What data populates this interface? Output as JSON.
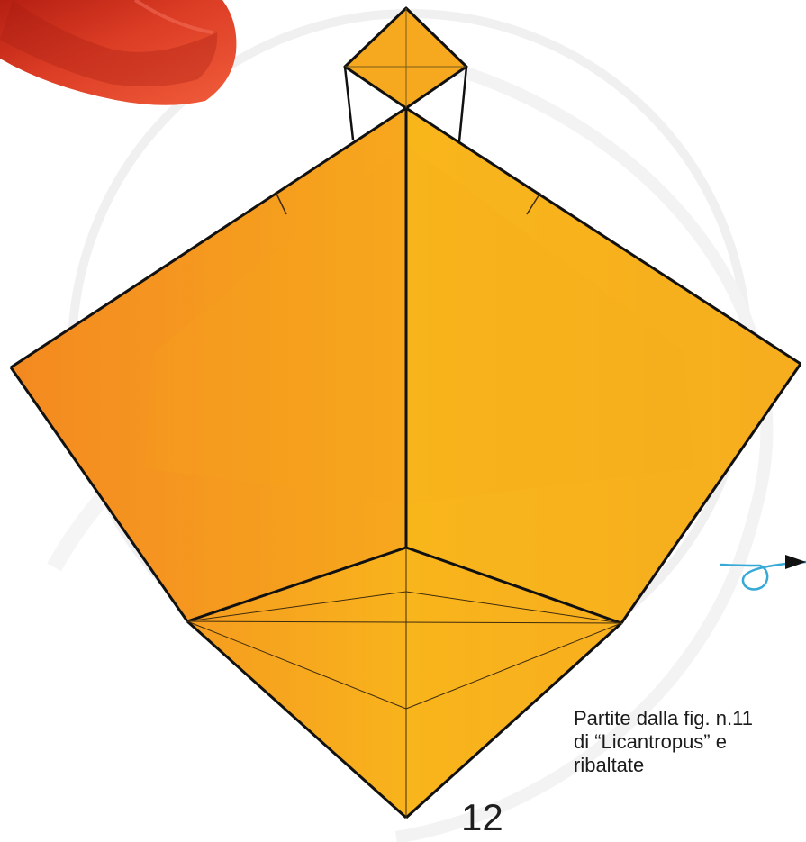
{
  "diagram": {
    "step_number": "12",
    "instruction_lines": [
      "Partite dalla fig. n.11",
      "di “Licantropus” e",
      "ribaltate"
    ]
  },
  "colors": {
    "paper_light": "#f9b51c",
    "paper_dark": "#f08a22",
    "crease_line": "#111111",
    "turn_over_arrow": "#36a9d6",
    "photo_red": "#d83a24"
  }
}
